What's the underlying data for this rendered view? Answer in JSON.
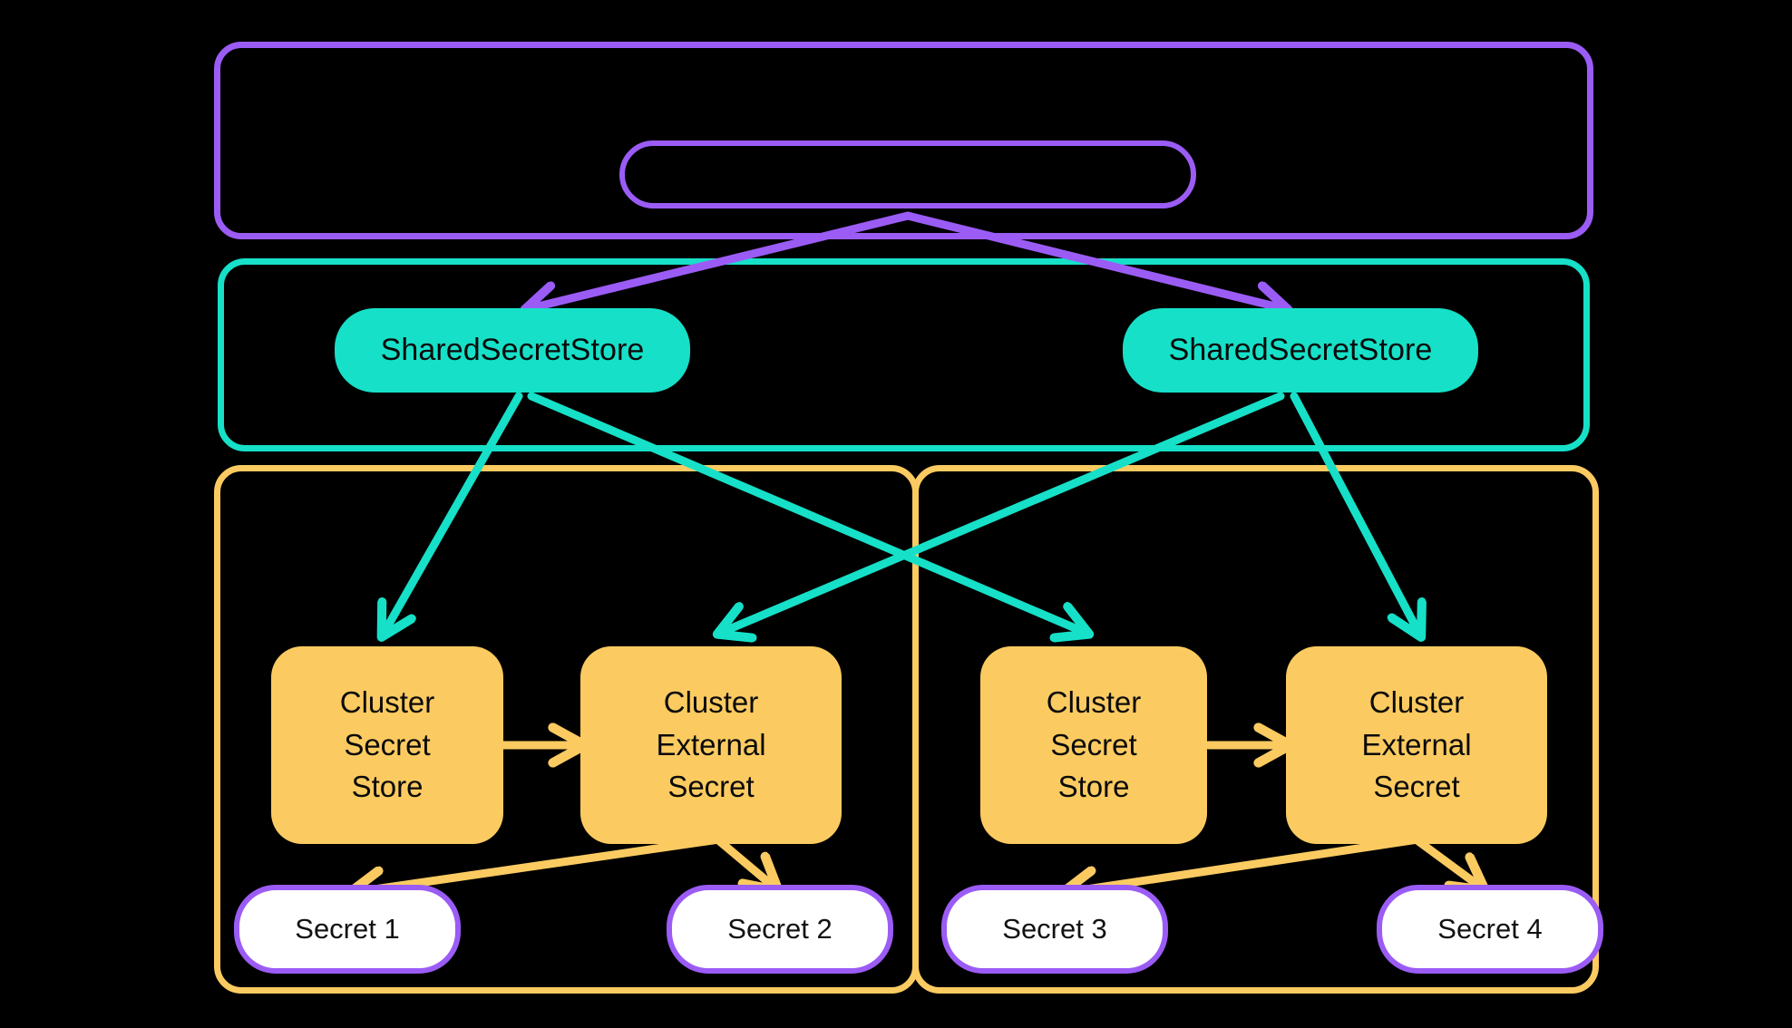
{
  "diagram": {
    "title": "External Secrets Operator shared secret store topology",
    "background": "#000000",
    "colors": {
      "purple": "#9B5CF6",
      "teal": "#16E0C8",
      "yellow": "#FBCB61",
      "white": "#FFFFFF",
      "text": "#0A0A0A"
    }
  },
  "containers": {
    "purple_frame": {
      "label": "",
      "color": "#9B5CF6"
    },
    "teal_frame": {
      "label": "",
      "color": "#16E0C8"
    },
    "yellow_frame_left": {
      "label": "",
      "color": "#FBCB61"
    },
    "yellow_frame_right": {
      "label": "",
      "color": "#FBCB61"
    }
  },
  "nodes": {
    "top_pill": {
      "label": ""
    },
    "shared_store_left": {
      "label": "SharedSecretStore"
    },
    "shared_store_right": {
      "label": "SharedSecretStore"
    },
    "cluster_secret_store_left": {
      "lines": [
        "Cluster",
        "Secret",
        "Store"
      ]
    },
    "cluster_external_secret_left": {
      "lines": [
        "Cluster",
        "External",
        "Secret"
      ]
    },
    "cluster_secret_store_right": {
      "lines": [
        "Cluster",
        "Secret",
        "Store"
      ]
    },
    "cluster_external_secret_right": {
      "lines": [
        "Cluster",
        "External",
        "Secret"
      ]
    },
    "secret_1": {
      "label": "Secret 1"
    },
    "secret_2": {
      "label": "Secret 2"
    },
    "secret_3": {
      "label": "Secret 3"
    },
    "secret_4": {
      "label": "Secret 4"
    }
  },
  "edges": [
    {
      "from": "top_pill",
      "to": "shared_store_left",
      "color": "#9B5CF6",
      "label": ""
    },
    {
      "from": "top_pill",
      "to": "shared_store_right",
      "color": "#9B5CF6",
      "label": ""
    },
    {
      "from": "shared_store_left",
      "to": "cluster_secret_store_left",
      "color": "#16E0C8",
      "label": ""
    },
    {
      "from": "shared_store_left",
      "to": "cluster_secret_store_right",
      "color": "#16E0C8",
      "label": ""
    },
    {
      "from": "shared_store_right",
      "to": "cluster_external_secret_left",
      "color": "#16E0C8",
      "label": ""
    },
    {
      "from": "shared_store_right",
      "to": "cluster_external_secret_right",
      "color": "#16E0C8",
      "label": ""
    },
    {
      "from": "cluster_secret_store_left",
      "to": "cluster_external_secret_left",
      "color": "#FBCB61",
      "label": ""
    },
    {
      "from": "cluster_secret_store_right",
      "to": "cluster_external_secret_right",
      "color": "#FBCB61",
      "label": ""
    },
    {
      "from": "cluster_external_secret_left",
      "to": "secret_1",
      "color": "#FBCB61",
      "label": ""
    },
    {
      "from": "cluster_external_secret_left",
      "to": "secret_2",
      "color": "#FBCB61",
      "label": ""
    },
    {
      "from": "cluster_external_secret_right",
      "to": "secret_3",
      "color": "#FBCB61",
      "label": ""
    },
    {
      "from": "cluster_external_secret_right",
      "to": "secret_4",
      "color": "#FBCB61",
      "label": ""
    }
  ]
}
